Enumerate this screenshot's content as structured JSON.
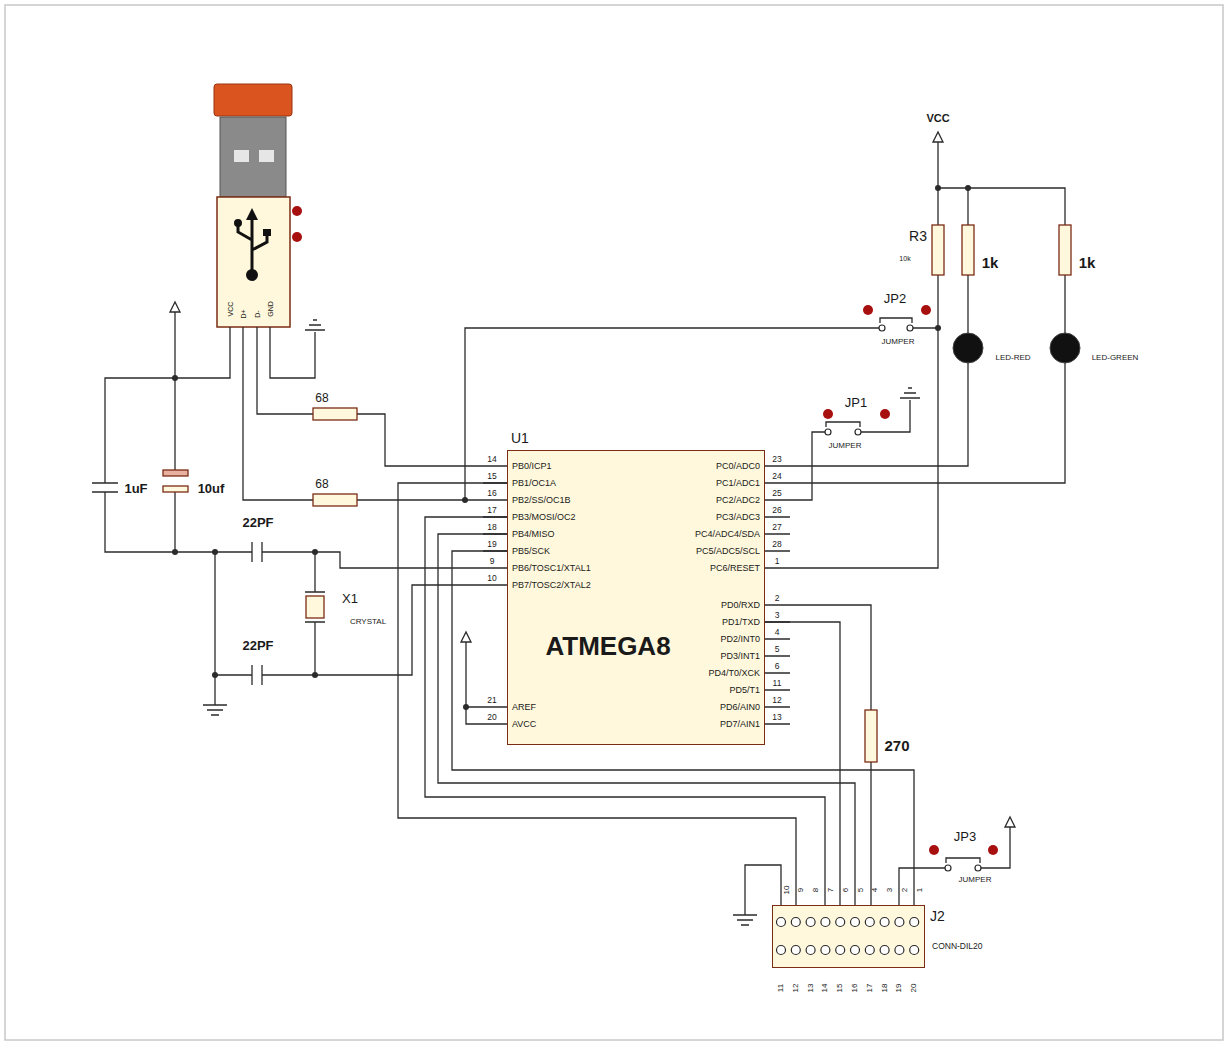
{
  "diagram": {
    "nodes": [
      {
        "text": [
          "U1",
          "ATMEGA8"
        ]
      },
      {
        "text": [
          "J2",
          "CONN-DIL20"
        ]
      }
    ],
    "edges": [
      {
        "from": 0,
        "to": 1,
        "arrow": "none"
      },
      {
        "from": 0,
        "to": 1,
        "arrow": "none"
      },
      {
        "from": 0,
        "to": 1,
        "arrow": "none"
      },
      {
        "from": 0,
        "to": 1,
        "arrow": "none"
      },
      {
        "from": 0,
        "to": 1,
        "arrow": "none"
      }
    ],
    "labels": [
      "VCC",
      "D+",
      "D-",
      "GND",
      "68",
      "68",
      "1uF",
      "10uf",
      "22PF",
      "22PF",
      "X1",
      "CRYSTAL",
      "VCC",
      "R3",
      "10k",
      "1k",
      "1k",
      "JP2",
      "JUMPER",
      "LED-RED",
      "LED-GREEN",
      "JP1",
      "JUMPER",
      "270",
      "JP3",
      "JUMPER",
      "14",
      "PB0/ICP1",
      "15",
      "PB1/OC1A",
      "16",
      "PB2/SS/OC1B",
      "17",
      "PB3/MOSI/OC2",
      "18",
      "PB4/MISO",
      "19",
      "PB5/SCK",
      "9",
      "PB6/TOSC1/XTAL1",
      "10",
      "PB7/TOSC2/XTAL2",
      "21",
      "AREF",
      "20",
      "AVCC",
      "23",
      "PC0/ADC0",
      "24",
      "PC1/ADC1",
      "25",
      "PC2/ADC2",
      "26",
      "PC3/ADC3",
      "27",
      "PC4/ADC4/SDA",
      "28",
      "PC5/ADC5/SCL",
      "1",
      "PC6/RESET",
      "2",
      "PD0/RXD",
      "3",
      "PD1/TXD",
      "4",
      "PD2/INT0",
      "5",
      "PD3/INT1",
      "6",
      "PD4/T0/XCK",
      "11",
      "PD5/T1",
      "12",
      "PD6/AIN0",
      "13",
      "PD7/AIN1",
      "10",
      "9",
      "8",
      "7",
      "6",
      "5",
      "4",
      "3",
      "2",
      "1",
      "11",
      "12",
      "13",
      "14",
      "15",
      "16",
      "17",
      "18",
      "19",
      "20"
    ]
  }
}
